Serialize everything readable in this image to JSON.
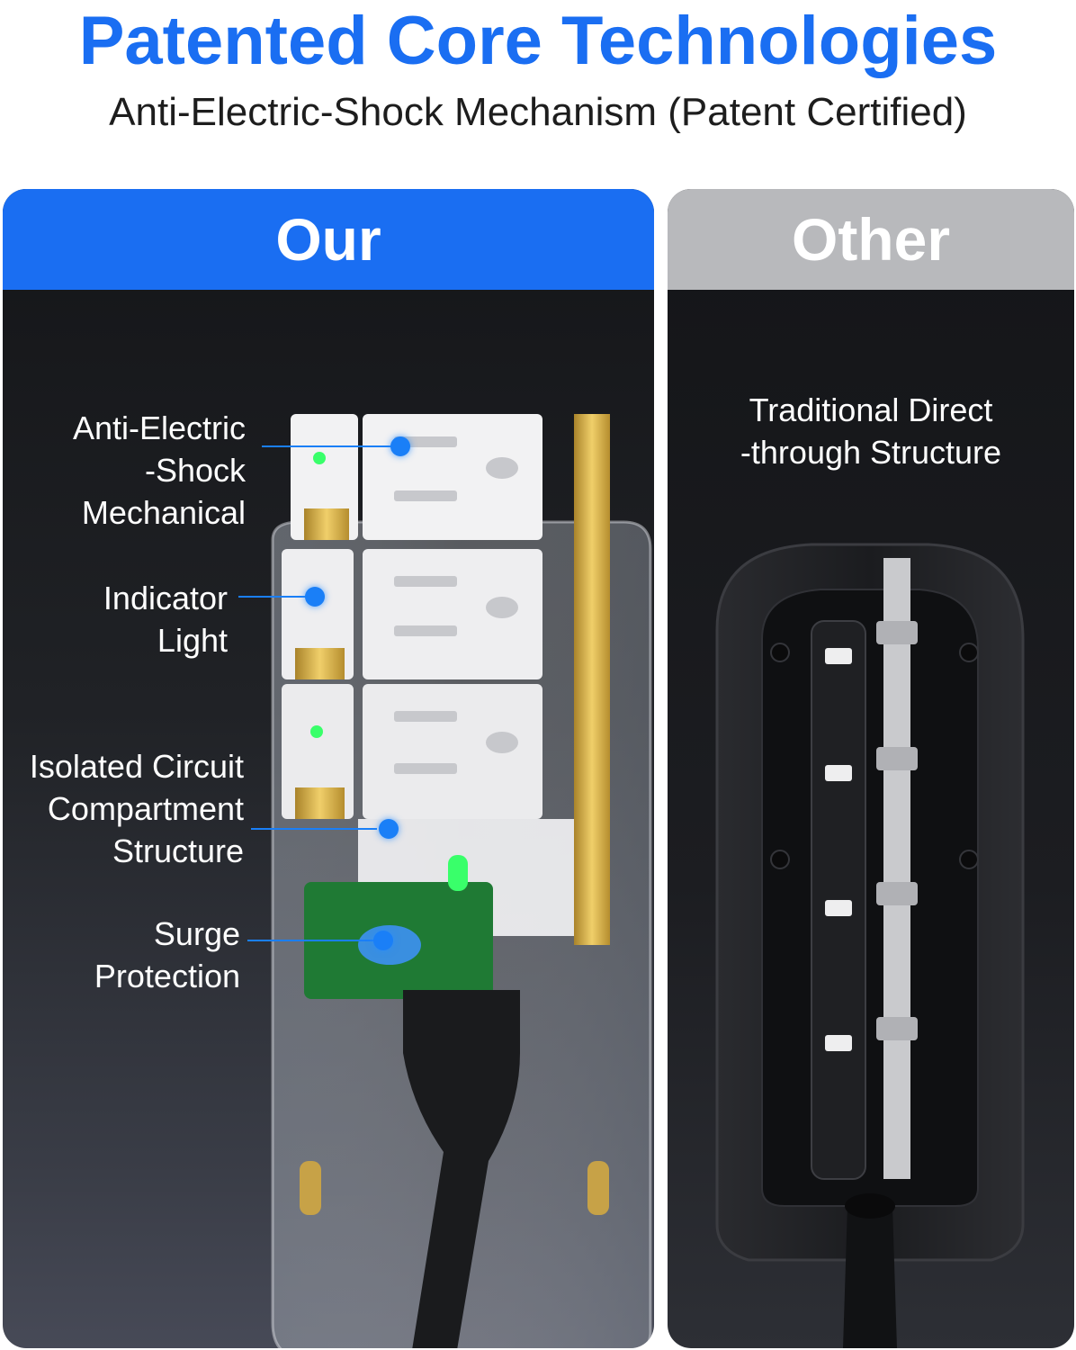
{
  "header": {
    "title": "Patented Core Technologies",
    "subtitle": "Anti-Electric-Shock Mechanism (Patent Certified)"
  },
  "our_panel": {
    "label": "Our",
    "callouts": [
      {
        "lines": [
          "Anti-Electric",
          "-Shock",
          "Mechanical"
        ]
      },
      {
        "lines": [
          "Indicator",
          "Light"
        ]
      },
      {
        "lines": [
          "Isolated Circuit",
          "Compartment",
          "Structure"
        ]
      },
      {
        "lines": [
          "Surge",
          "Protection"
        ]
      }
    ]
  },
  "other_panel": {
    "label": "Other",
    "caption_lines": [
      "Traditional Direct",
      "-through Structure"
    ]
  },
  "colors": {
    "accent": "#1a6ef2",
    "other_header": "#b8b9bc",
    "panel_dark": "#16171a",
    "outlet_white": "#f2f2f2",
    "brass": "#d9b24a",
    "led_green": "#39ff6a"
  }
}
